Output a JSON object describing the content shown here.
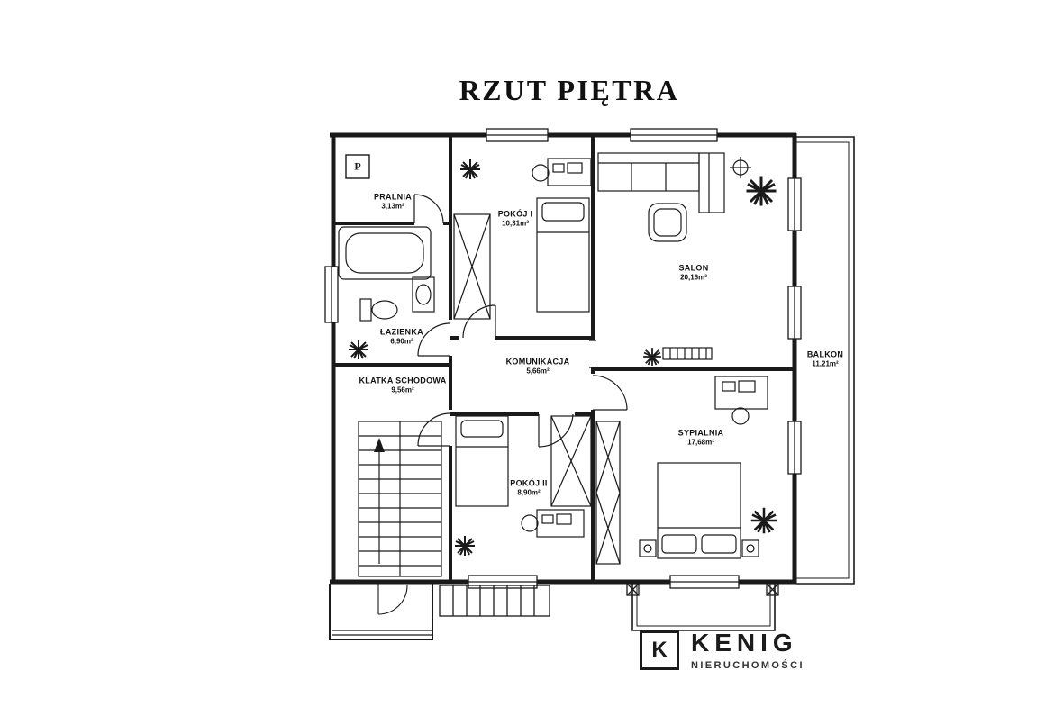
{
  "title": "RZUT PIĘTRA",
  "rooms": [
    {
      "name": "PRALNIA",
      "area": "3,13m²"
    },
    {
      "name": "POKÓJ I",
      "area": "10,31m²"
    },
    {
      "name": "SALON",
      "area": "20,16m²"
    },
    {
      "name": "ŁAZIENKA",
      "area": "6,90m²"
    },
    {
      "name": "KLATKA SCHODOWA",
      "area": "9,56m²"
    },
    {
      "name": "KOMUNIKACJA",
      "area": "5,66m²"
    },
    {
      "name": "POKÓJ II",
      "area": "8,90m²"
    },
    {
      "name": "SYPIALNIA",
      "area": "17,68m²"
    },
    {
      "name": "BALKON",
      "area": "11,21m²"
    }
  ],
  "symbols": {
    "washer_label": "P"
  },
  "logo": {
    "letter": "K",
    "name": "KENIG",
    "subtitle": "NIERUCHOMOŚCI"
  },
  "colors": {
    "line": "#1a1a1a",
    "background": "#ffffff"
  }
}
